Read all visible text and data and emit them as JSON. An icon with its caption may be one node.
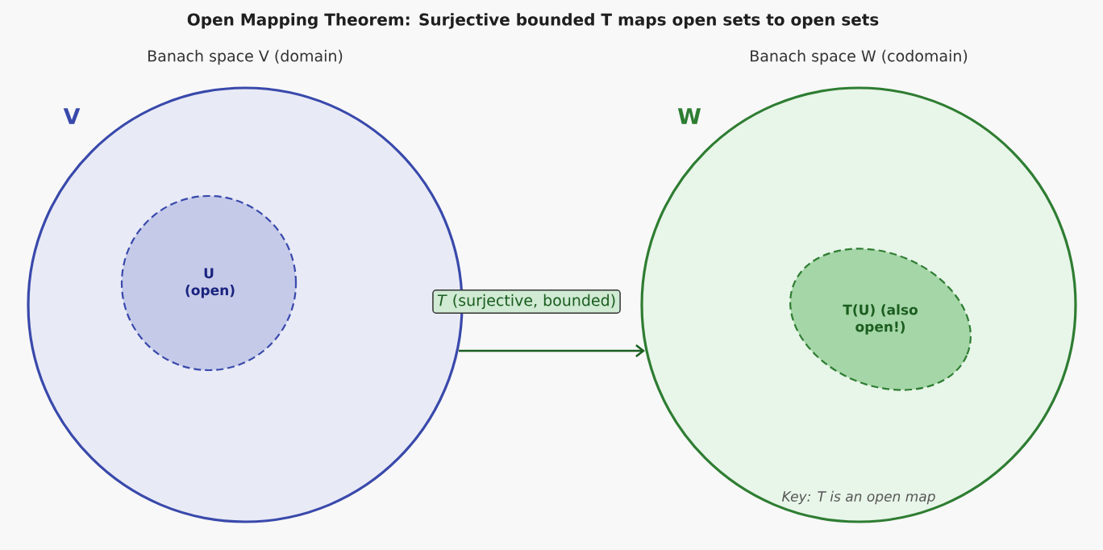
{
  "diagram": {
    "title": "Open Mapping Theorem: Surjective bounded T maps open sets to open sets",
    "nodes": [
      {
        "text": [
          "Banach space V (domain)",
          "V"
        ]
      },
      {
        "text": [
          "U (open)"
        ],
        "in": 0
      },
      {
        "text": [
          "Banach space W (codomain)",
          "W"
        ]
      },
      {
        "text": [
          "T(U) (also open!)"
        ],
        "in": 2
      }
    ],
    "edges": [
      {
        "from": 0,
        "to": 2,
        "arrow": "to",
        "label": "*T* (surjective, bounded)",
        "color": "#1b5e20"
      }
    ],
    "labels": [
      "Key: *T* is an open map"
    ]
  }
}
